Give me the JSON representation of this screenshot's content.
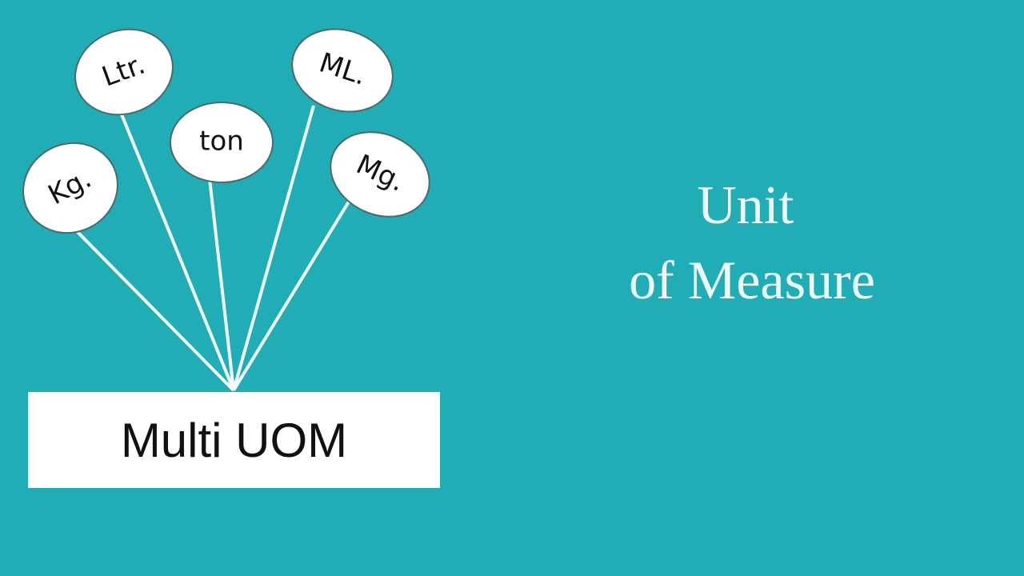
{
  "units": [
    "Kg.",
    "Ltr.",
    "ton",
    "ML.",
    "Mg."
  ],
  "box_label": "Multi UOM",
  "title_line1": "Unit",
  "title_line2": "of Measure",
  "colors": {
    "background": "#20adb5",
    "balloon": "#ffffff",
    "text": "#111111"
  }
}
